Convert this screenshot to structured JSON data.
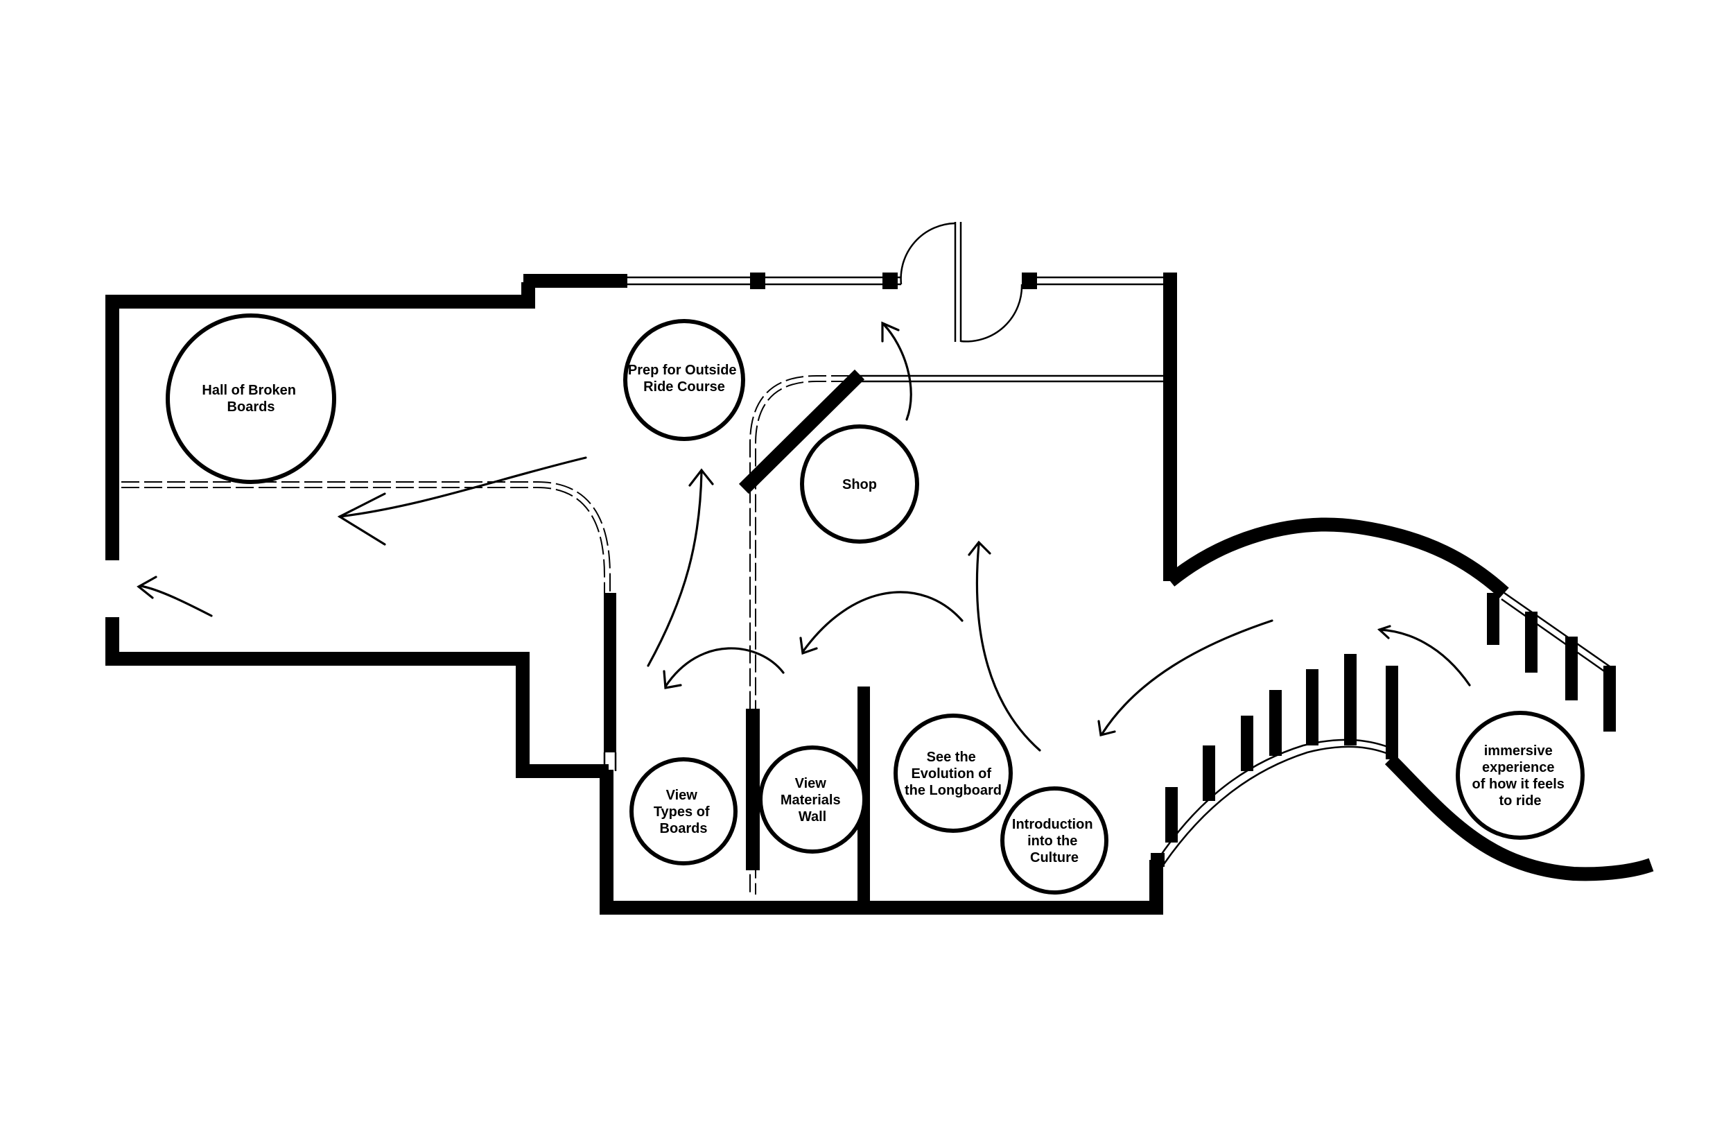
{
  "zones": [
    {
      "id": "hall-of-broken-boards",
      "lines": [
        "Hall of Broken",
        "Boards"
      ]
    },
    {
      "id": "prep-outside-ride-course",
      "lines": [
        "Prep for Outside",
        "Ride Course"
      ]
    },
    {
      "id": "shop",
      "lines": [
        "Shop"
      ]
    },
    {
      "id": "view-types-of-boards",
      "lines": [
        "View",
        "Types of",
        "Boards"
      ]
    },
    {
      "id": "view-materials-wall",
      "lines": [
        "View",
        "Materials",
        "Wall"
      ]
    },
    {
      "id": "evolution-of-longboard",
      "lines": [
        "See the",
        "Evolution of",
        "the Longboard"
      ]
    },
    {
      "id": "introduction-culture",
      "lines": [
        "Introduction",
        "into the",
        "Culture"
      ]
    },
    {
      "id": "immersive-experience",
      "lines": [
        "immersive",
        "experience",
        "of how it feels",
        "to ride"
      ]
    }
  ]
}
